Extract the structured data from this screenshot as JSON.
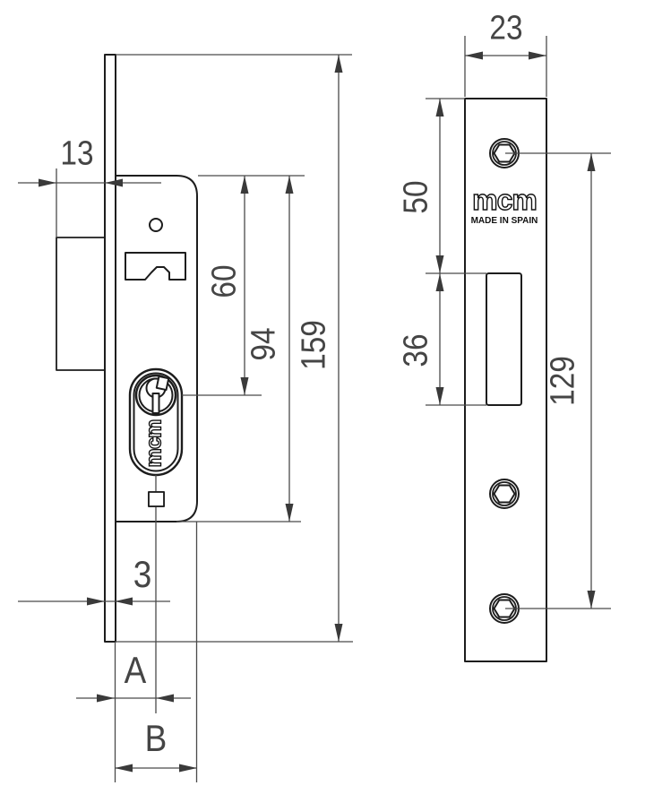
{
  "drawing": {
    "type": "lock-technical-drawing",
    "colors": {
      "object_line": "#1d1d1d",
      "dimension_line": "#4a4a4a",
      "dimension_text": "#454545",
      "background": "#ffffff"
    },
    "left_view": {
      "labels": {
        "faceplate_offset": "13",
        "faceplate_thickness": "3",
        "cylinder_center_distance": "60",
        "body_height": "94",
        "faceplate_height": "159",
        "backset": "A",
        "body_width": "B"
      },
      "cylinder_logo": "mcm"
    },
    "right_view": {
      "labels": {
        "plate_width": "23",
        "top_to_latch": "50",
        "latch_opening_height": "36",
        "screw_spacing": "129"
      },
      "logo": "mcm",
      "made_in": "MADE IN SPAIN"
    }
  }
}
